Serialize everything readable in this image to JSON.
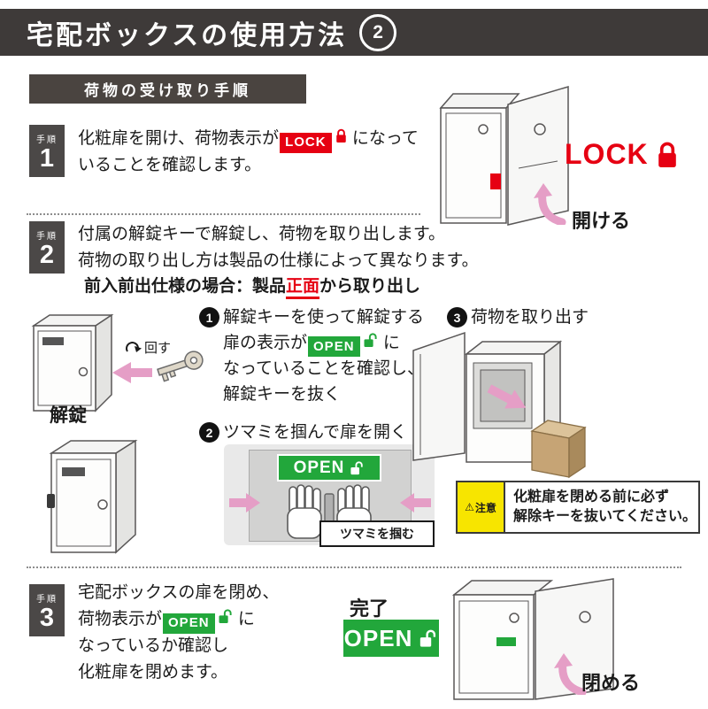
{
  "header": {
    "title": "宅配ボックスの使用方法",
    "number": "2"
  },
  "section": {
    "heading": "荷物の受け取り手順"
  },
  "step_label": "手順",
  "lock_text": "LOCK",
  "open_text": "OPEN",
  "colors": {
    "header_bg": "#3e3a39",
    "lock_red": "#e60012",
    "open_green": "#22a73b",
    "arrow_pink": "#e59ec6",
    "caution_yellow": "#f7e500",
    "package_tan": "#c6a475"
  },
  "step1": {
    "number": "1",
    "t1": "化粧扉を開け、荷物表示が",
    "t2": "になって",
    "t3": "いることを確認します。",
    "illus_action": "開ける"
  },
  "step2": {
    "number": "2",
    "line1": "付属の解錠キーで解錠し、荷物を取り出します。",
    "line2": "荷物の取り出し方は製品の仕様によって異なります。",
    "subtitle": {
      "bold": "前入前出仕様の場合：",
      "pre": "製品",
      "red": "正面",
      "post": "から取り出し"
    },
    "sub1": {
      "num": "1",
      "l1": "解錠キーを使って解錠する",
      "l2a": "扉の表示が",
      "l2b": "に",
      "l3": "なっていることを確認し、",
      "l4": "解錠キーを抜く",
      "turn": "回す",
      "unlock": "解錠"
    },
    "sub2": {
      "num": "2",
      "title": "ツマミを掴んで扉を開く",
      "caption": "ツマミを掴む"
    },
    "sub3": {
      "num": "3",
      "title": "荷物を取り出す"
    },
    "caution": {
      "mark": "⚠",
      "label": "注意",
      "l1": "化粧扉を閉める前に必ず",
      "l2": "解除キーを抜いてください。"
    }
  },
  "step3": {
    "number": "3",
    "l1": "宅配ボックスの扉を閉め、",
    "l2a": "荷物表示が",
    "l2b": "に",
    "l3": "なっているか確認し",
    "l4": "化粧扉を閉めます。",
    "done": "完了",
    "action": "閉める"
  }
}
